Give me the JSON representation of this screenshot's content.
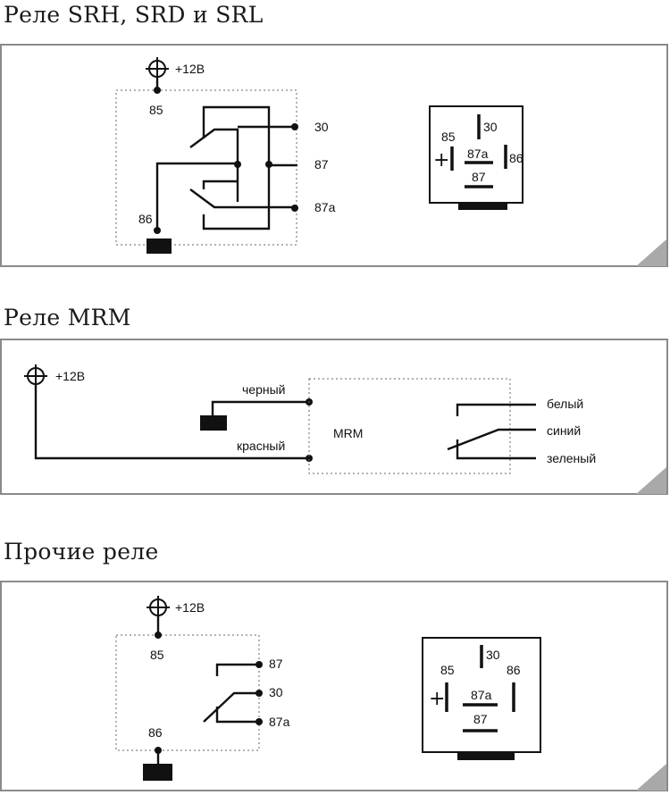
{
  "sections": [
    {
      "title": "Реле SRH, SRD и SRL",
      "supply": "+12В",
      "pins": {
        "p85": "85",
        "p86": "86",
        "p30": "30",
        "p87": "87",
        "p87a": "87a"
      },
      "socket": {
        "p30": "30",
        "p85": "85",
        "plus": "+",
        "p87a": "87a",
        "p87": "87",
        "p86": "86"
      }
    },
    {
      "title": "Реле MRM",
      "supply": "+12В",
      "device_label": "MRM",
      "wires_in": {
        "black": "черный",
        "red": "красный"
      },
      "wires_out": {
        "white": "белый",
        "blue": "синий",
        "green": "зеленый"
      }
    },
    {
      "title": "Прочие реле",
      "supply": "+12В",
      "pins": {
        "p85": "85",
        "p86": "86",
        "p87": "87",
        "p30": "30",
        "p87a": "87a"
      },
      "socket": {
        "p30": "30",
        "p85": "85",
        "p86": "86",
        "plus": "+",
        "p87a": "87a",
        "p87": "87"
      }
    }
  ]
}
